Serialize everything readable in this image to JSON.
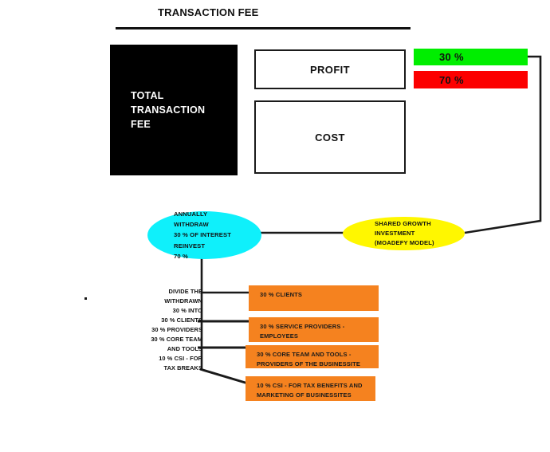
{
  "page": {
    "title": "TRANSACTION FEE"
  },
  "top_section": {
    "total_fee": {
      "label": "TOTAL\nTRANSACTION\nFEE",
      "fill": "#000000",
      "text_color": "#ffffff"
    },
    "profit": {
      "label": "PROFIT",
      "share_label": "30 %",
      "share_value": 30,
      "share_color": "#00ee00"
    },
    "cost": {
      "label": "COST",
      "share_label": "70 %",
      "share_value": 70,
      "share_color": "#fc0000"
    }
  },
  "flow": {
    "withdraw_reinvest": {
      "label": "ANNUALLY\nWITHDRAW\n30 % OF INTEREST\nREINVEST\n70 %",
      "fill": "#0ff0fb"
    },
    "shared_growth": {
      "label": "SHARED GROWTH\nINVESTMENT\n(MOADEFY MODEL)",
      "fill": "#fff700"
    }
  },
  "allocation": {
    "legend": "DIVIDE THE\nWITHDRAWN\n30 % INTO\n30 % CLIENTS\n30 % PROVIDERS\n30 % CORE TEAM\nAND TOOLS\n10 % CSI - FOR\nTAX BREAKS",
    "box_fill": "#f5821f",
    "items": [
      {
        "label": "30 % CLIENTS"
      },
      {
        "label": "30 % SERVICE PROVIDERS -\nEMPLOYEES"
      },
      {
        "label": "30 % CORE TEAM AND TOOLS -\nPROVIDERS OF THE BUSINESSITE"
      },
      {
        "label": "10 % CSI - FOR TAX BENEFITS AND\nMARKETING OF BUSINESSITES"
      }
    ]
  },
  "style": {
    "line_color": "#1a1a1a",
    "background": "#ffffff"
  }
}
